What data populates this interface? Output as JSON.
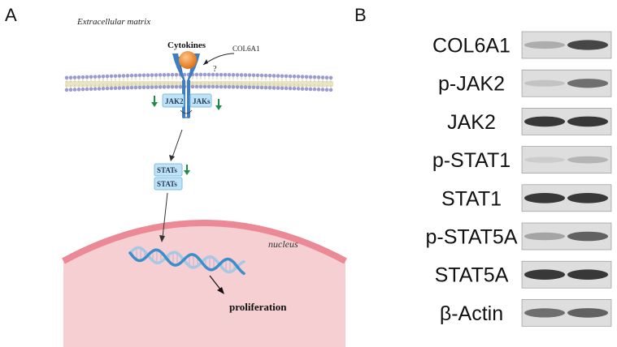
{
  "panel_a": {
    "letter": "A",
    "extracellular_label": "Extracellular matrix",
    "cytokines_label": "Cytokines",
    "col6a1_label": "COL6A1",
    "question_mark": "?",
    "jak2_label": "JAK2",
    "jaks_label": "JAKs",
    "stats_top_label": "STATs",
    "stats_bottom_label": "STATs",
    "nucleus_label": "nucleus",
    "proliferation_label": "proliferation",
    "colors": {
      "membrane_head": "#9a9bd0",
      "membrane_tail": "#e2dfb6",
      "receptor": "#3f7fc0",
      "cytokine": "#ef8a33",
      "box_fill": "#bfe3f5",
      "box_stroke": "#7cc0e0",
      "down_arrow": "#1f8a4a",
      "nucleus_fill": "#f6cfd3",
      "nucleus_edge": "#eb8a96",
      "dna_a": "#3a8ec9",
      "dna_b": "#a7c8e3"
    },
    "icons": [
      "down-arrow-icon",
      "dna-helix-icon"
    ]
  },
  "panel_b": {
    "letter": "B",
    "blots": [
      {
        "label": "COL6A1",
        "band1": 0.45,
        "band2": 0.9
      },
      {
        "label": "p-JAK2",
        "band1": 0.3,
        "band2": 0.75
      },
      {
        "label": "JAK2",
        "band1": 0.95,
        "band2": 0.95
      },
      {
        "label": "p-STAT1",
        "band1": 0.22,
        "band2": 0.4
      },
      {
        "label": "STAT1",
        "band1": 0.95,
        "band2": 0.95
      },
      {
        "label": "p-STAT5A",
        "band1": 0.5,
        "band2": 0.8
      },
      {
        "label": "STAT5A",
        "band1": 0.95,
        "band2": 0.95
      },
      {
        "label": "β-Actin",
        "band1": 0.75,
        "band2": 0.8
      }
    ]
  }
}
